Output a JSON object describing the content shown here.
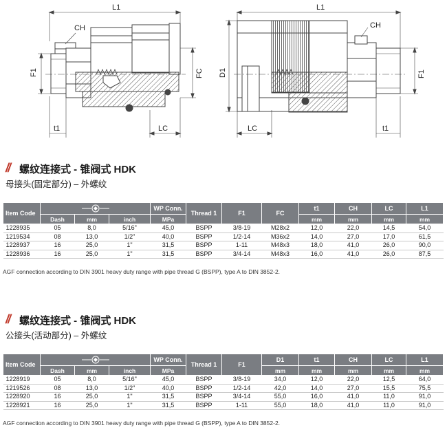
{
  "drawing": {
    "left_labels": {
      "L1": "L1",
      "CH": "CH",
      "F1": "F1",
      "FC": "FC",
      "t1": "t1",
      "LC": "LC"
    },
    "right_labels": {
      "L1": "L1",
      "CH": "CH",
      "D1": "D1",
      "F1": "F1",
      "LC": "LC",
      "t1": "t1"
    }
  },
  "section1": {
    "mark": "//",
    "title": "螺纹连接式 - 锥阀式 HDK",
    "subtitle": "母接头(固定部分) – 外螺纹",
    "headers": {
      "item_code": "Item Code",
      "wp": "WP Conn.",
      "thread": "Thread 1",
      "f1": "F1",
      "fc": "FC",
      "t1": "t1",
      "ch": "CH",
      "lc": "LC",
      "l1": "L1"
    },
    "subheaders": {
      "dash": "Dash",
      "mm": "mm",
      "inch": "inch",
      "mpa": "MPa",
      "t1": "mm",
      "ch": "mm",
      "lc": "mm",
      "l1": "mm"
    },
    "rows": [
      [
        "1228935",
        "05",
        "8,0",
        "5/16\"",
        "45,0",
        "BSPP",
        "3/8-19",
        "M28x2",
        "12,0",
        "22,0",
        "14,5",
        "54,0"
      ],
      [
        "1219534",
        "08",
        "13,0",
        "1/2\"",
        "40,0",
        "BSPP",
        "1/2-14",
        "M36x2",
        "14,0",
        "27,0",
        "17,0",
        "61,5"
      ],
      [
        "1228937",
        "16",
        "25,0",
        "1\"",
        "31,5",
        "BSPP",
        "1-11",
        "M48x3",
        "18,0",
        "41,0",
        "26,0",
        "90,0"
      ],
      [
        "1228936",
        "16",
        "25,0",
        "1\"",
        "31,5",
        "BSPP",
        "3/4-14",
        "M48x3",
        "16,0",
        "41,0",
        "26,0",
        "87,5"
      ]
    ],
    "note": "AGF connection according to DIN 3901 heavy duty range with pipe thread G (BSPP), type A to DIN 3852-2."
  },
  "section2": {
    "mark": "//",
    "title": "螺纹连接式 - 锥阀式 HDK",
    "subtitle": "公接头(活动部分) – 外螺纹",
    "headers": {
      "item_code": "Item Code",
      "wp": "WP Conn.",
      "thread": "Thread 1",
      "f1": "F1",
      "d1": "D1",
      "t1": "t1",
      "ch": "CH",
      "lc": "LC",
      "l1": "L1"
    },
    "subheaders": {
      "dash": "Dash",
      "mm": "mm",
      "inch": "inch",
      "mpa": "MPa",
      "d1": "mm",
      "t1": "mm",
      "ch": "mm",
      "lc": "mm",
      "l1": "mm"
    },
    "rows": [
      [
        "1228919",
        "05",
        "8,0",
        "5/16\"",
        "45,0",
        "BSPP",
        "3/8-19",
        "34,0",
        "12,0",
        "22,0",
        "12,5",
        "64,0"
      ],
      [
        "1219526",
        "08",
        "13,0",
        "1/2\"",
        "40,0",
        "BSPP",
        "1/2-14",
        "42,0",
        "14,0",
        "27,0",
        "15,5",
        "75,5"
      ],
      [
        "1228920",
        "16",
        "25,0",
        "1\"",
        "31,5",
        "BSPP",
        "3/4-14",
        "55,0",
        "16,0",
        "41,0",
        "11,0",
        "91,0"
      ],
      [
        "1228921",
        "16",
        "25,0",
        "1\"",
        "31,5",
        "BSPP",
        "1-11",
        "55,0",
        "18,0",
        "41,0",
        "11,0",
        "91,0"
      ]
    ],
    "note": "AGF connection according to DIN 3901 heavy duty range with pipe thread G (BSPP), type A to DIN 3852-2."
  }
}
